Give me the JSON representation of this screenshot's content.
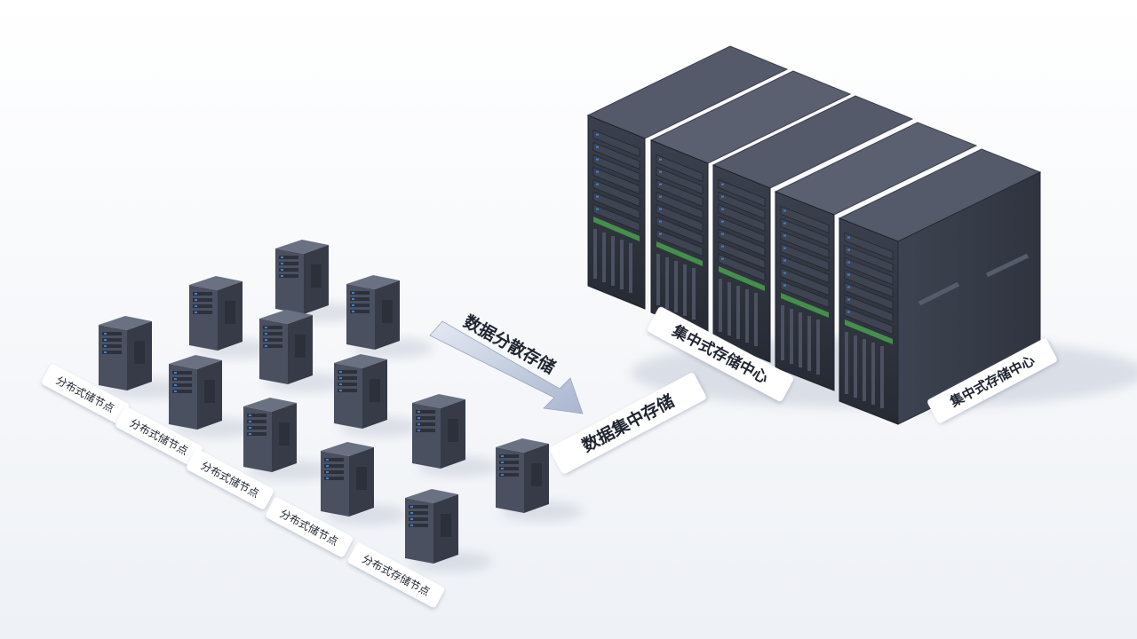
{
  "colors": {
    "background": "#f6f7fa",
    "server_body": "#4a5060",
    "server_top": "#6a7182",
    "server_side": "#363b47",
    "rack_front": "#2a2f3a",
    "led_blue": "#3f7fd6",
    "board_green": "#4caf50",
    "label_fill": "#ffffff",
    "label_text": "#1f2430",
    "arrow_fill": "#c9d3e6"
  },
  "icons": {
    "tower_server": "tower-server-icon",
    "rack_cabinet": "rack-cabinet-icon",
    "flow_arrow": "flow-arrow-icon"
  },
  "labels": {
    "node_labels": [
      "分布式储节点",
      "分布式储节点",
      "分布式储节点",
      "分布式储节点",
      "分布式存储节点"
    ],
    "flow_top": "数据分散存储",
    "flow_bottom": "数据集中存储",
    "center_front": "集中式存储中心",
    "center_side": "集中式存储中心"
  }
}
